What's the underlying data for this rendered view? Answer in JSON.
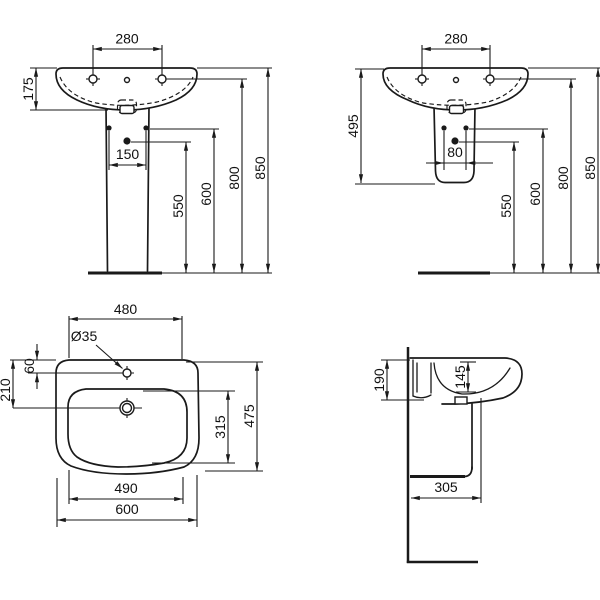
{
  "drawing": {
    "type": "technical-dimension-drawing",
    "subject": "wall-hung washbasin with pedestal / semi-pedestal",
    "line_color": "#1a1a1a",
    "background_color": "#ffffff"
  },
  "views": {
    "front_pedestal": {
      "name": "front view with full pedestal",
      "dims": {
        "tap_hole_centers": "280",
        "basin_height": "175",
        "fixing_bolt_centers": "150",
        "drain_height": "550",
        "fixing_height": "600",
        "basin_rear_height": "800",
        "overall_height": "850"
      }
    },
    "front_semi": {
      "name": "front view with semi-pedestal",
      "dims": {
        "tap_hole_centers": "280",
        "semi_pedestal_height": "495",
        "fixing_bolt_centers": "80",
        "drain_height": "550",
        "fixing_height": "600",
        "basin_rear_height": "800",
        "overall_height": "850"
      }
    },
    "plan": {
      "name": "top view",
      "dims": {
        "rear_width": "480",
        "tap_hole_diameter": "Ø35",
        "tap_hole_offset": "60",
        "drain_offset": "210",
        "bowl_inner_depth": "315",
        "overall_depth": "475",
        "bowl_inner_width": "490",
        "overall_width": "600"
      }
    },
    "side": {
      "name": "side section view",
      "dims": {
        "basin_section_height": "190",
        "bowl_inner_depth": "145",
        "wall_projection": "305"
      }
    }
  }
}
